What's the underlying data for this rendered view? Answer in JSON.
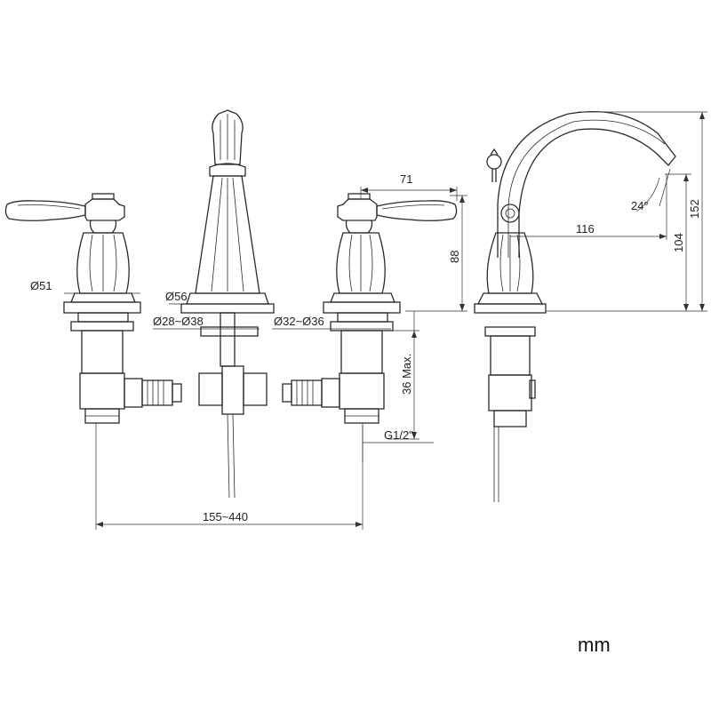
{
  "dimensions": {
    "handle_base_diameter": "Ø51",
    "spout_base_diameter": "Ø56",
    "spout_hole_range": "Ø28~Ø38",
    "handle_hole_range": "Ø32~Ø36",
    "handle_reach": "71",
    "handle_height": "88",
    "deck_thickness": "36 Max.",
    "thread": "G1/2\"",
    "spread": "155~440",
    "swivel_angle": "24°",
    "spout_reach": "116",
    "spout_outlet_height": "104",
    "spout_total_height": "152"
  },
  "unit": "mm"
}
